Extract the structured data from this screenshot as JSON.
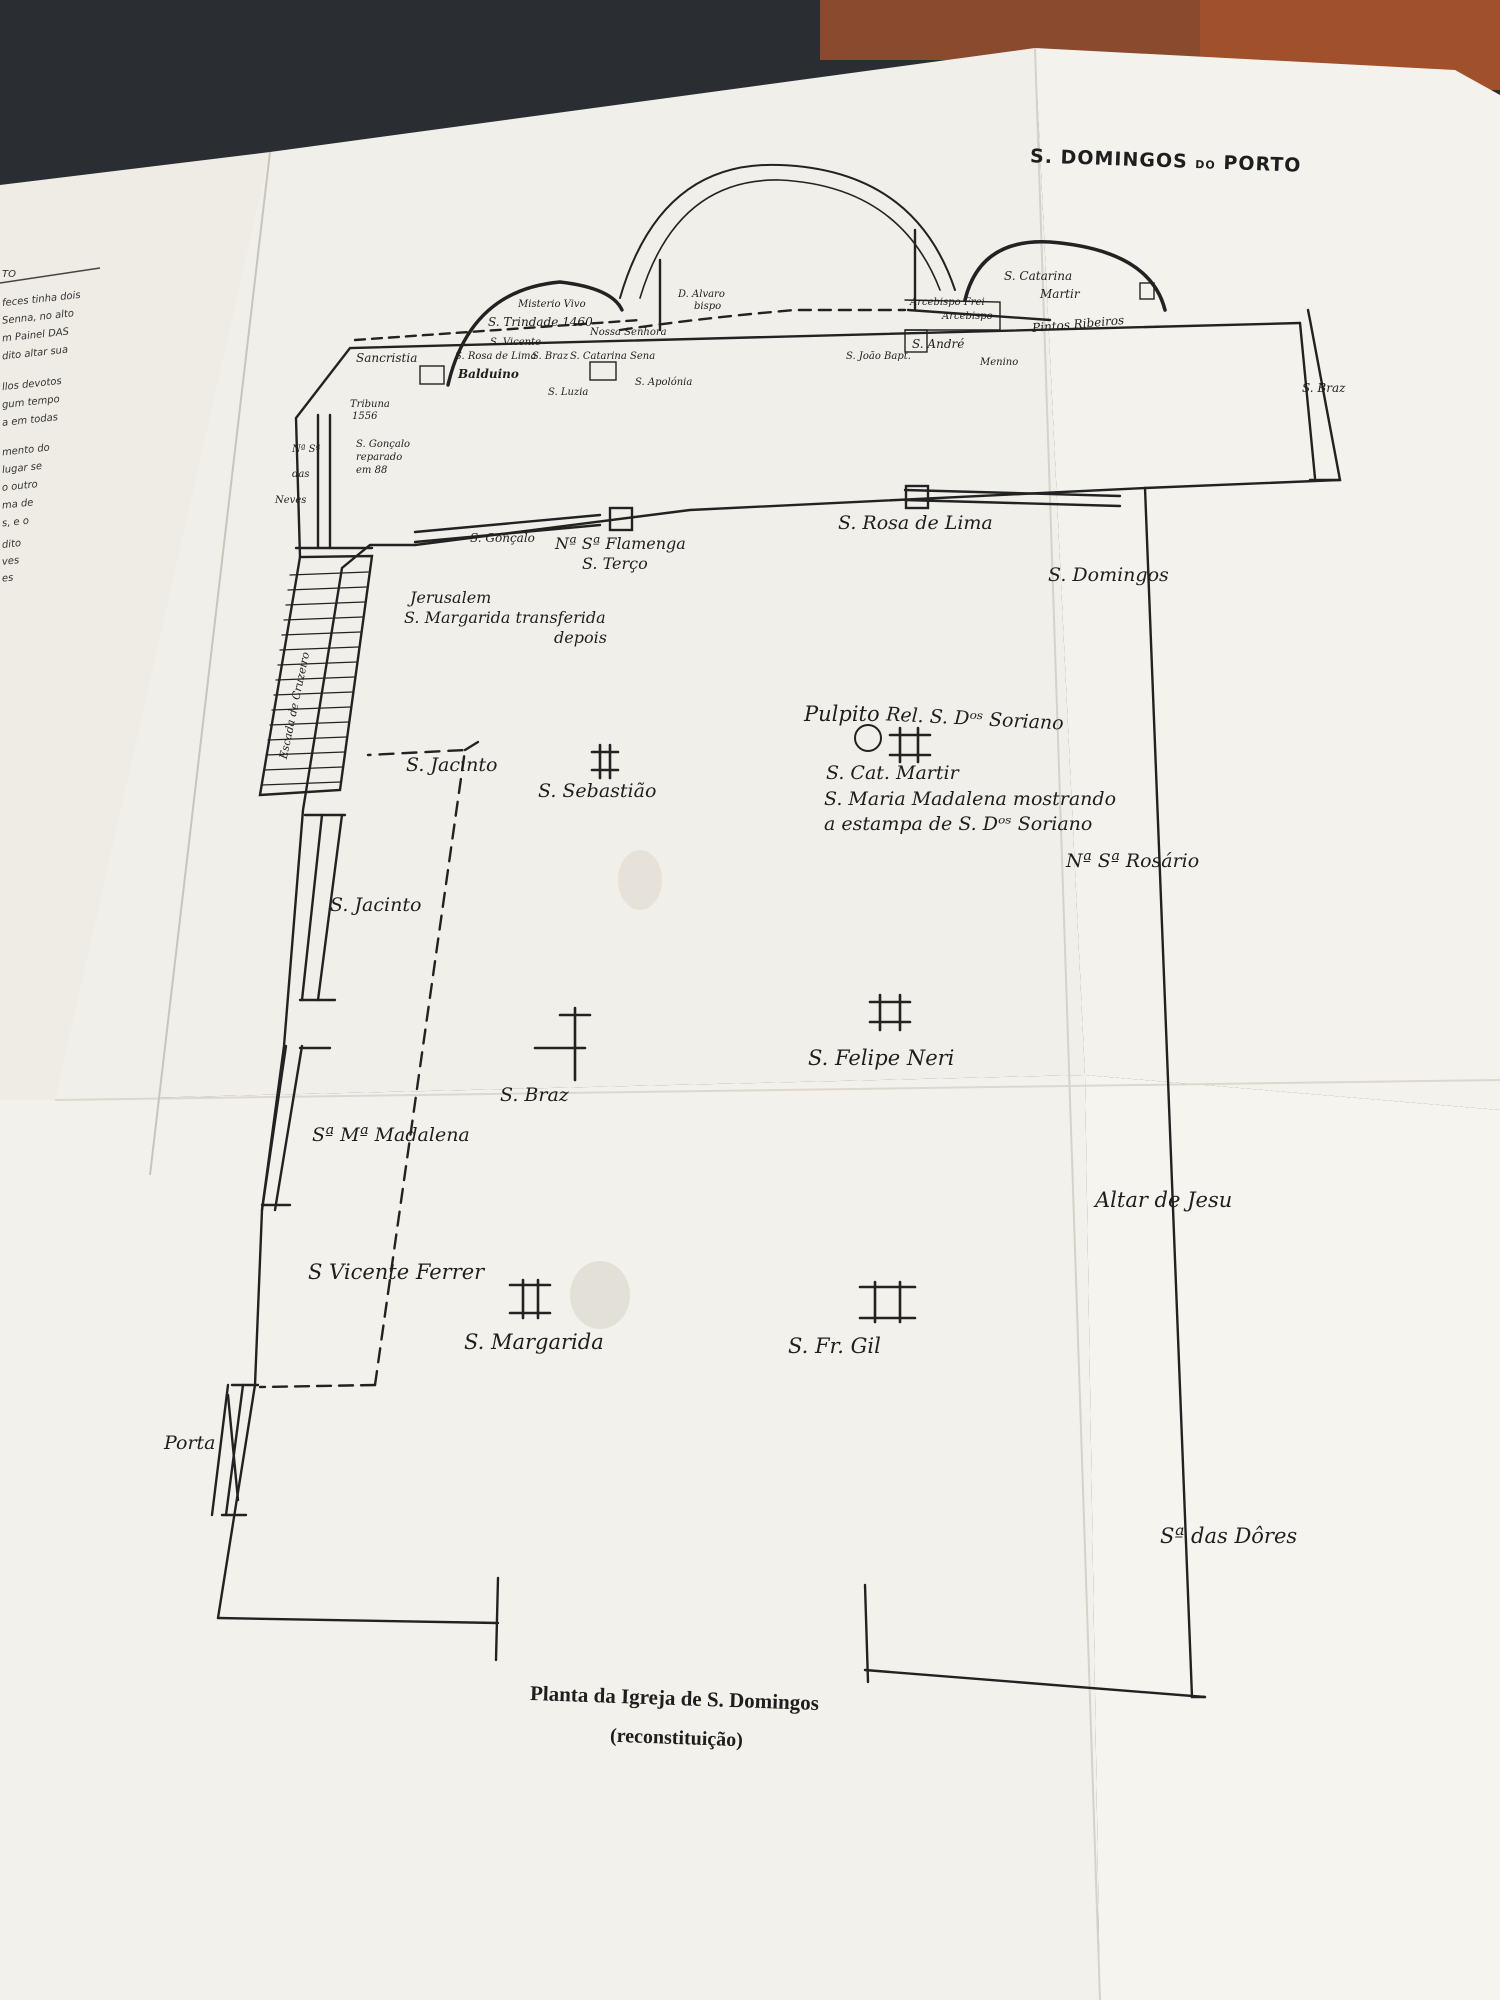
{
  "doc": {
    "header": "S. DOMINGOS",
    "header_small": "DO",
    "header_end": "PORTO",
    "caption_line1": "Planta da Igreja de S. Domingos",
    "caption_line2": "(reconstituição)"
  },
  "left_page_fragments": [
    "TO",
    "feces tinha dois",
    "Senna, no alto",
    "m Painel DAS",
    "dito altar sua",
    "llos devotos",
    "gum tempo",
    "a em todas",
    "mento do",
    "lugar se",
    "o outro",
    "ma de",
    "s, e o",
    "dito",
    "ves",
    "es"
  ],
  "labels": {
    "sacristia": "Sancristia",
    "tribuna": "Tribuna",
    "tribuna_year": "1556",
    "ns_left_1": "Nª Sª",
    "ns_left_2": "das",
    "ns_left_3": "Neves",
    "s_goncalo_top": "S. Gonçalo",
    "s_goncalo_top_2": "reparado",
    "s_goncalo_top_3": "em 88",
    "s_trindade": "S. Trindade 1460",
    "mosteiro": "Misterio Vivo",
    "s_vicente": "S. Vicente",
    "s_rosa_lima_small": "S. Rosa de Lima",
    "s_braz_small": "S. Braz",
    "balduino": "Balduino",
    "s_lucia": "S. Luzia",
    "s_catarina_sena": "S. Catarina Sena",
    "s_apolonia": "S. Apolónia",
    "d_alvaro": "D. Alvaro",
    "d_alvaro_2": "bispo",
    "nossa_senhora_tiny": "Nossa Senhora",
    "s_joao_bapt": "S. João Bapt.",
    "s_andre": "S. André",
    "menino": "Menino",
    "arcebispo": "Arcebispo Frei",
    "arcebispo_2": "Arcebispo",
    "s_catarina_martir": "S. Catarina",
    "s_catarina_martir_2": "Martir",
    "pintos_ribeiros": "Pintos Ribeiros",
    "s_braz_right": "S. Braz",
    "s_rosa_de_lima": "S. Rosa de Lima",
    "s_domingos": "S. Domingos",
    "s_goncalo": "S. Gonçalo",
    "ns_flamenga": "Nª Sª Flamenga",
    "s_terco": "S. Terço",
    "jerusalem": "Jerusalem",
    "s_margarida_transf": "S. Margarida transferida",
    "depois": "depois",
    "escada": "Escada de Cruzeiro",
    "pulpito": "Pulpito",
    "rel_soriano": "Rel. S. Dᵒˢ Soriano",
    "s_cat_martir": "S. Cat. Martir",
    "s_maria_madalena": "S. Maria Madalena mostrando",
    "estampa": "a estampa de S. Dᵒˢ Soriano",
    "s_jacinto_top": "S. Jacinto",
    "s_sebastiao": "S. Sebastião",
    "ns_rosario": "Nª Sª Rosário",
    "s_jacinto": "S. Jacinto",
    "s_braz": "S. Braz",
    "s_felipe_neri": "S. Felipe Neri",
    "s_ma_madalena": "Sª Mª Madalena",
    "altar_jesu": "Altar de Jesu",
    "s_vicente_ferrer": "S Vicente Ferrer",
    "s_margarida": "S. Margarida",
    "s_fr_gil": "S. Fr. Gil",
    "porta": "Porta",
    "sa_das_dores": "Sª das Dôres"
  }
}
